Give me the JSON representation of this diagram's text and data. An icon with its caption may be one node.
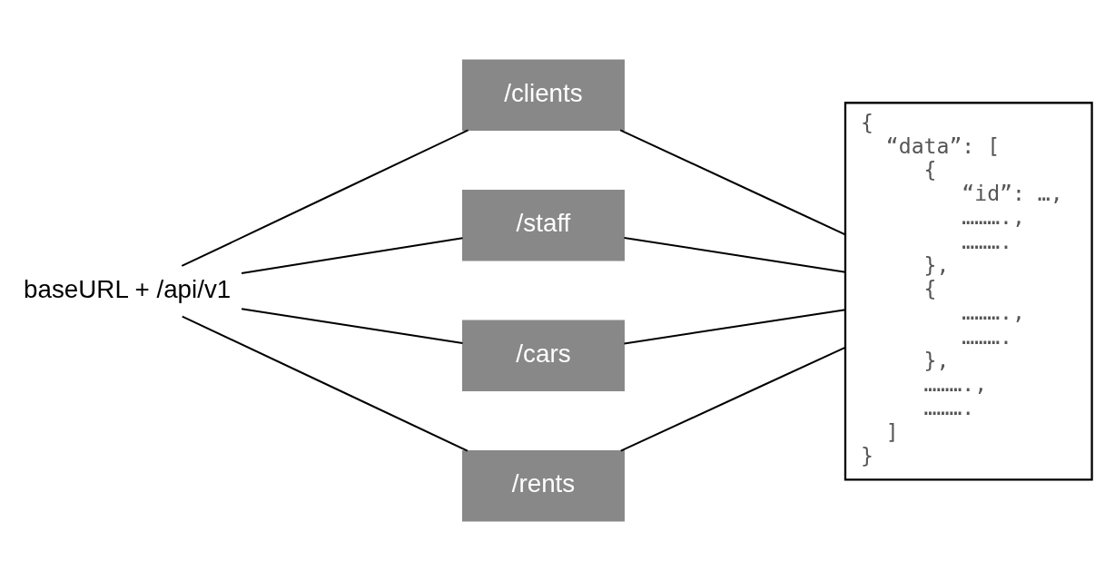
{
  "diagram": {
    "nodes": [
      {
        "text": [
          "baseURL + /api/v1"
        ]
      },
      {
        "text": [
          "/clients"
        ]
      },
      {
        "text": [
          "/staff"
        ]
      },
      {
        "text": [
          "/cars"
        ]
      },
      {
        "text": [
          "/rents"
        ]
      },
      {
        "text": [
          "{",
          "“data”: [",
          "{",
          "“id”: …,",
          "……….,",
          "……….",
          "},",
          "{",
          "……….,",
          "……….",
          "},",
          "……….,",
          "……….",
          "]",
          "}"
        ]
      }
    ],
    "edges": [
      {
        "from": 0,
        "to": 1,
        "arrow": "none"
      },
      {
        "from": 0,
        "to": 2,
        "arrow": "none"
      },
      {
        "from": 0,
        "to": 3,
        "arrow": "none"
      },
      {
        "from": 0,
        "to": 4,
        "arrow": "none"
      },
      {
        "from": 1,
        "to": 5,
        "arrow": "none"
      },
      {
        "from": 2,
        "to": 5,
        "arrow": "none"
      },
      {
        "from": 3,
        "to": 5,
        "arrow": "none"
      },
      {
        "from": 4,
        "to": 5,
        "arrow": "none"
      }
    ]
  }
}
